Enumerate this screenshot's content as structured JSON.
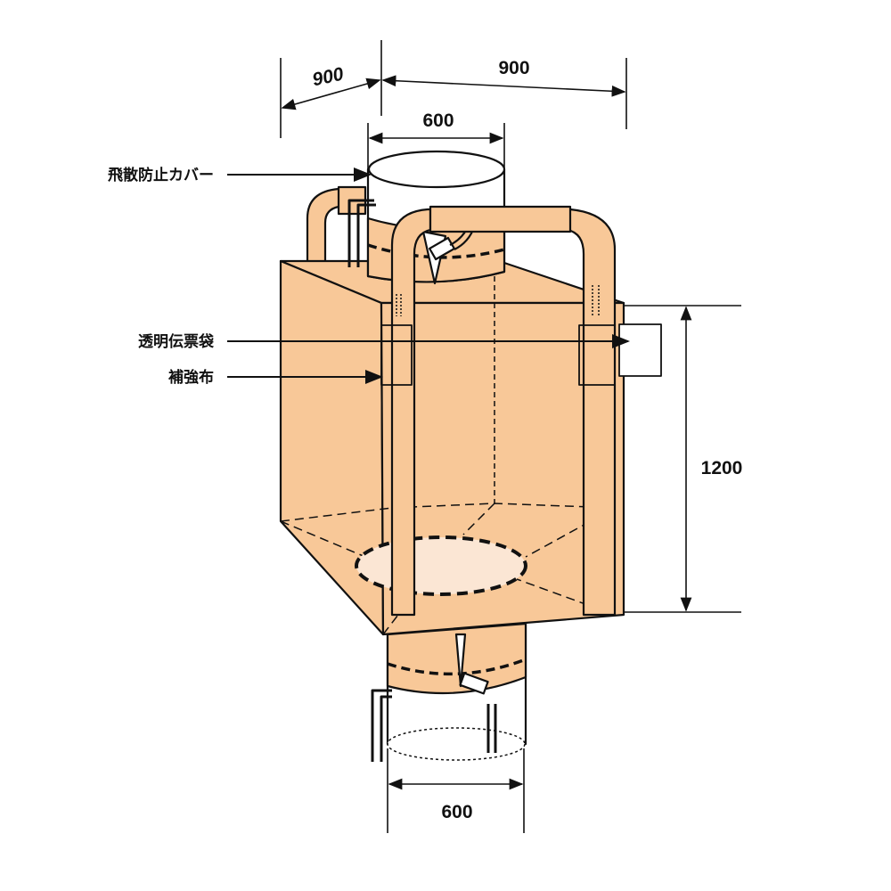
{
  "labels": {
    "dust_cover": "飛散防止カバー",
    "document_pocket": "透明伝票袋",
    "reinforcement": "補強布"
  },
  "dimensions": {
    "depth": "900",
    "width": "900",
    "top_spout_diameter": "600",
    "height": "1200",
    "bottom_spout_diameter": "600"
  },
  "colors": {
    "fabric": "#f8c898",
    "outline": "#111111",
    "discharge": "#fbe6d4"
  }
}
